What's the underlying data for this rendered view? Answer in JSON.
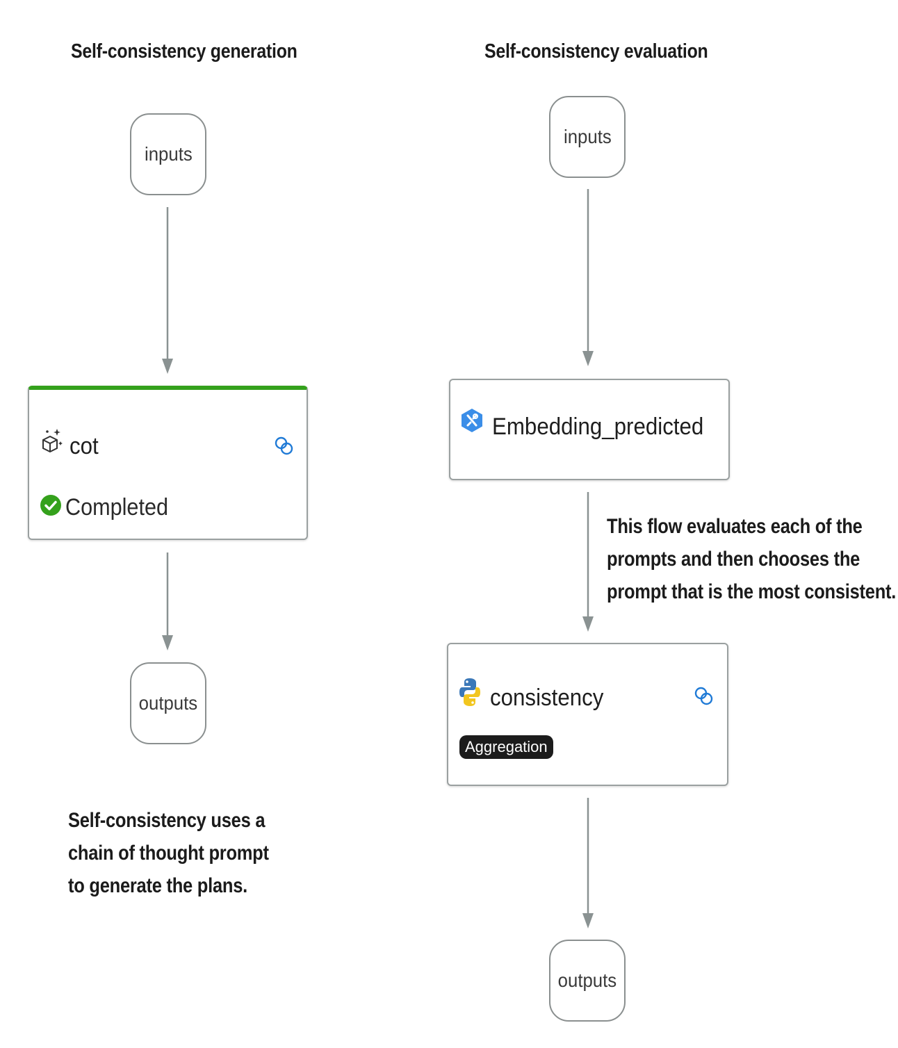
{
  "left_flow": {
    "heading": "Self-consistency generation",
    "inputs_label": "inputs",
    "node": {
      "title": "cot",
      "status": "Completed",
      "status_color": "#34a11c",
      "top_bar_color": "#34a11c",
      "icon": "prompt-sparkle-icon",
      "link_icon": "link-icon"
    },
    "outputs_label": "outputs",
    "caption": [
      "Self-consistency uses a",
      "chain of thought prompt",
      "to generate the plans."
    ]
  },
  "right_flow": {
    "heading": "Self-consistency evaluation",
    "inputs_label": "inputs",
    "embed_node": {
      "title": "Embedding_predicted",
      "icon": "tool-hexagon-icon",
      "icon_color": "#3b8ee8"
    },
    "annotation": [
      "This flow evaluates each of the",
      "prompts and then chooses the",
      "prompt that is the most consistent."
    ],
    "consistency_node": {
      "title": "consistency",
      "badge": "Aggregation",
      "icon": "python-icon",
      "link_icon": "link-icon"
    },
    "outputs_label": "outputs"
  },
  "colors": {
    "connector": "#8a9292",
    "link_icon": "#1f7ad6",
    "node_border": "#9aa0a0"
  }
}
